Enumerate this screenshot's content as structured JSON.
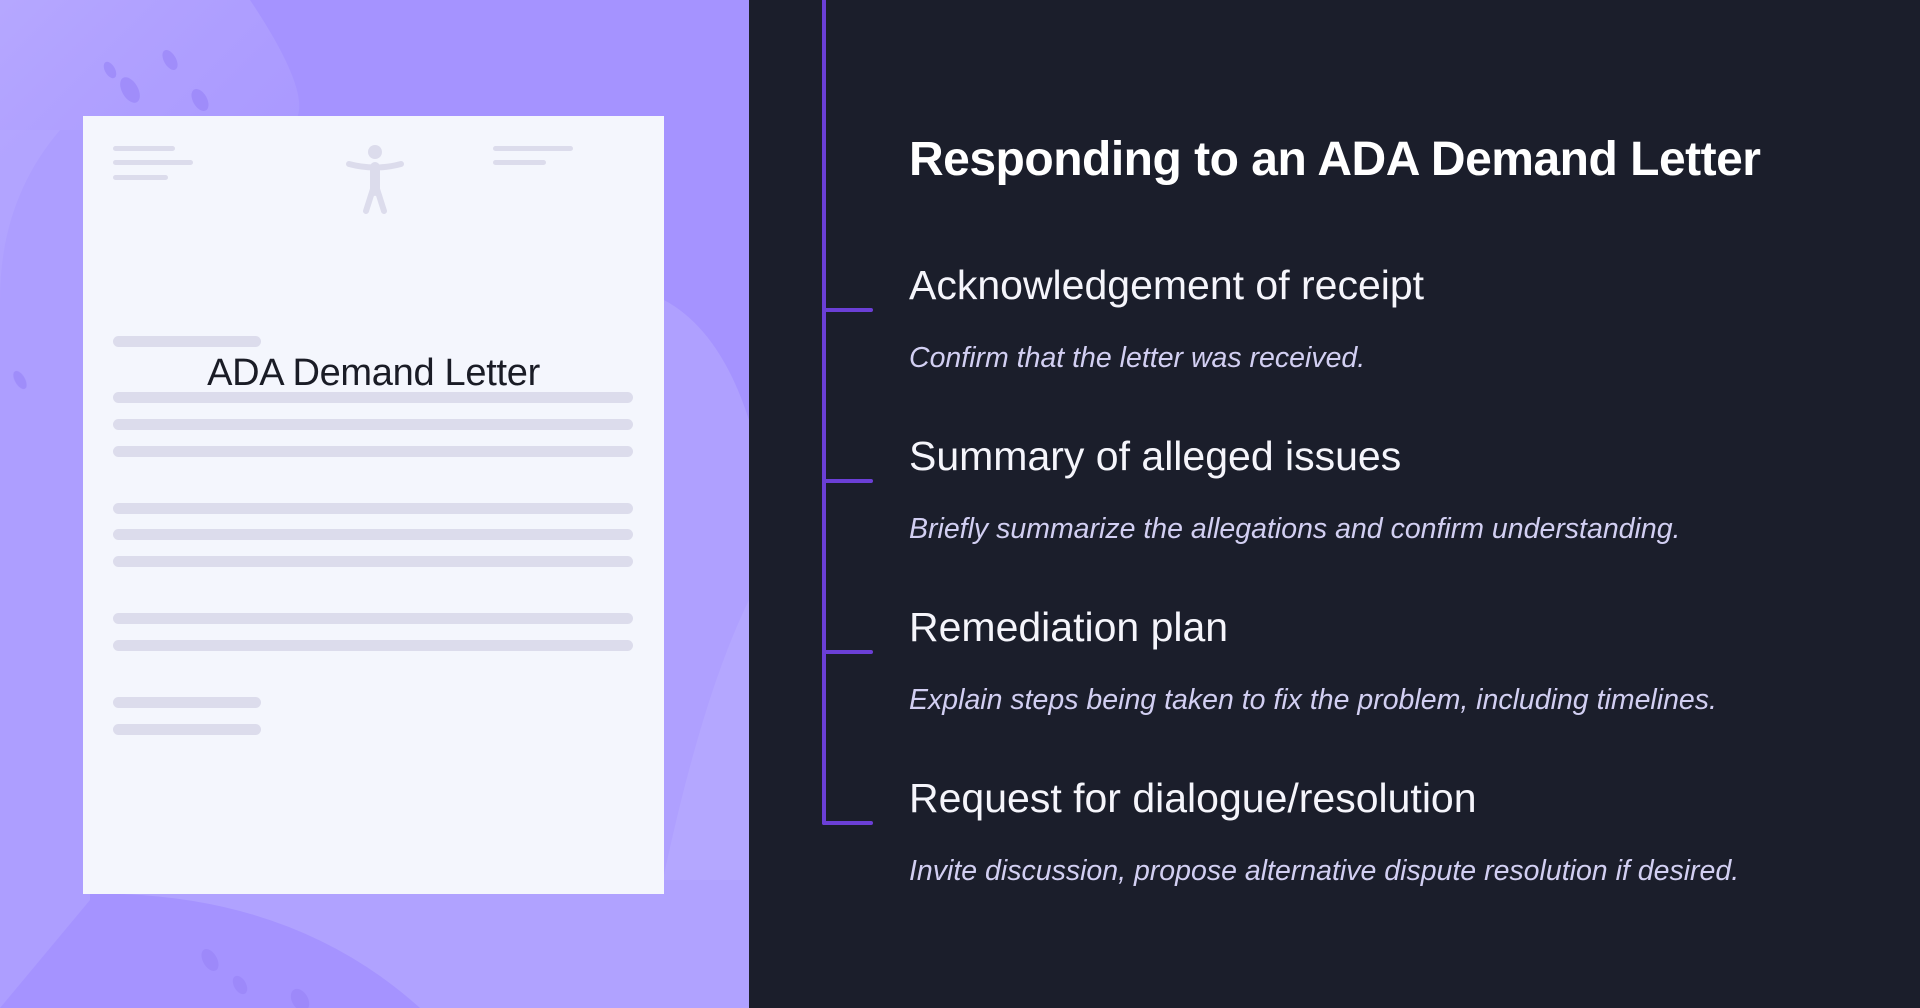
{
  "left_panel": {
    "background_color": "#a593ff",
    "texture_color": "#b9adff",
    "letter": {
      "title": "ADA Demand Letter",
      "icon": "accessibility-icon",
      "card_color": "#f4f6fd",
      "placeholder_line_color": "#dcdcec"
    }
  },
  "right_panel": {
    "background_color": "#1b1e2b",
    "accent_color": "#6b3fd6",
    "title": "Responding to an ADA Demand Letter",
    "steps": [
      {
        "heading": "Acknowledgement of receipt",
        "description": "Confirm that the letter was received."
      },
      {
        "heading": "Summary of alleged issues",
        "description": "Briefly summarize the allegations and confirm understanding."
      },
      {
        "heading": "Remediation plan",
        "description": "Explain steps being taken to fix the problem, including timelines."
      },
      {
        "heading": "Request for dialogue/resolution",
        "description": "Invite discussion, propose alternative dispute resolution if desired."
      }
    ]
  }
}
